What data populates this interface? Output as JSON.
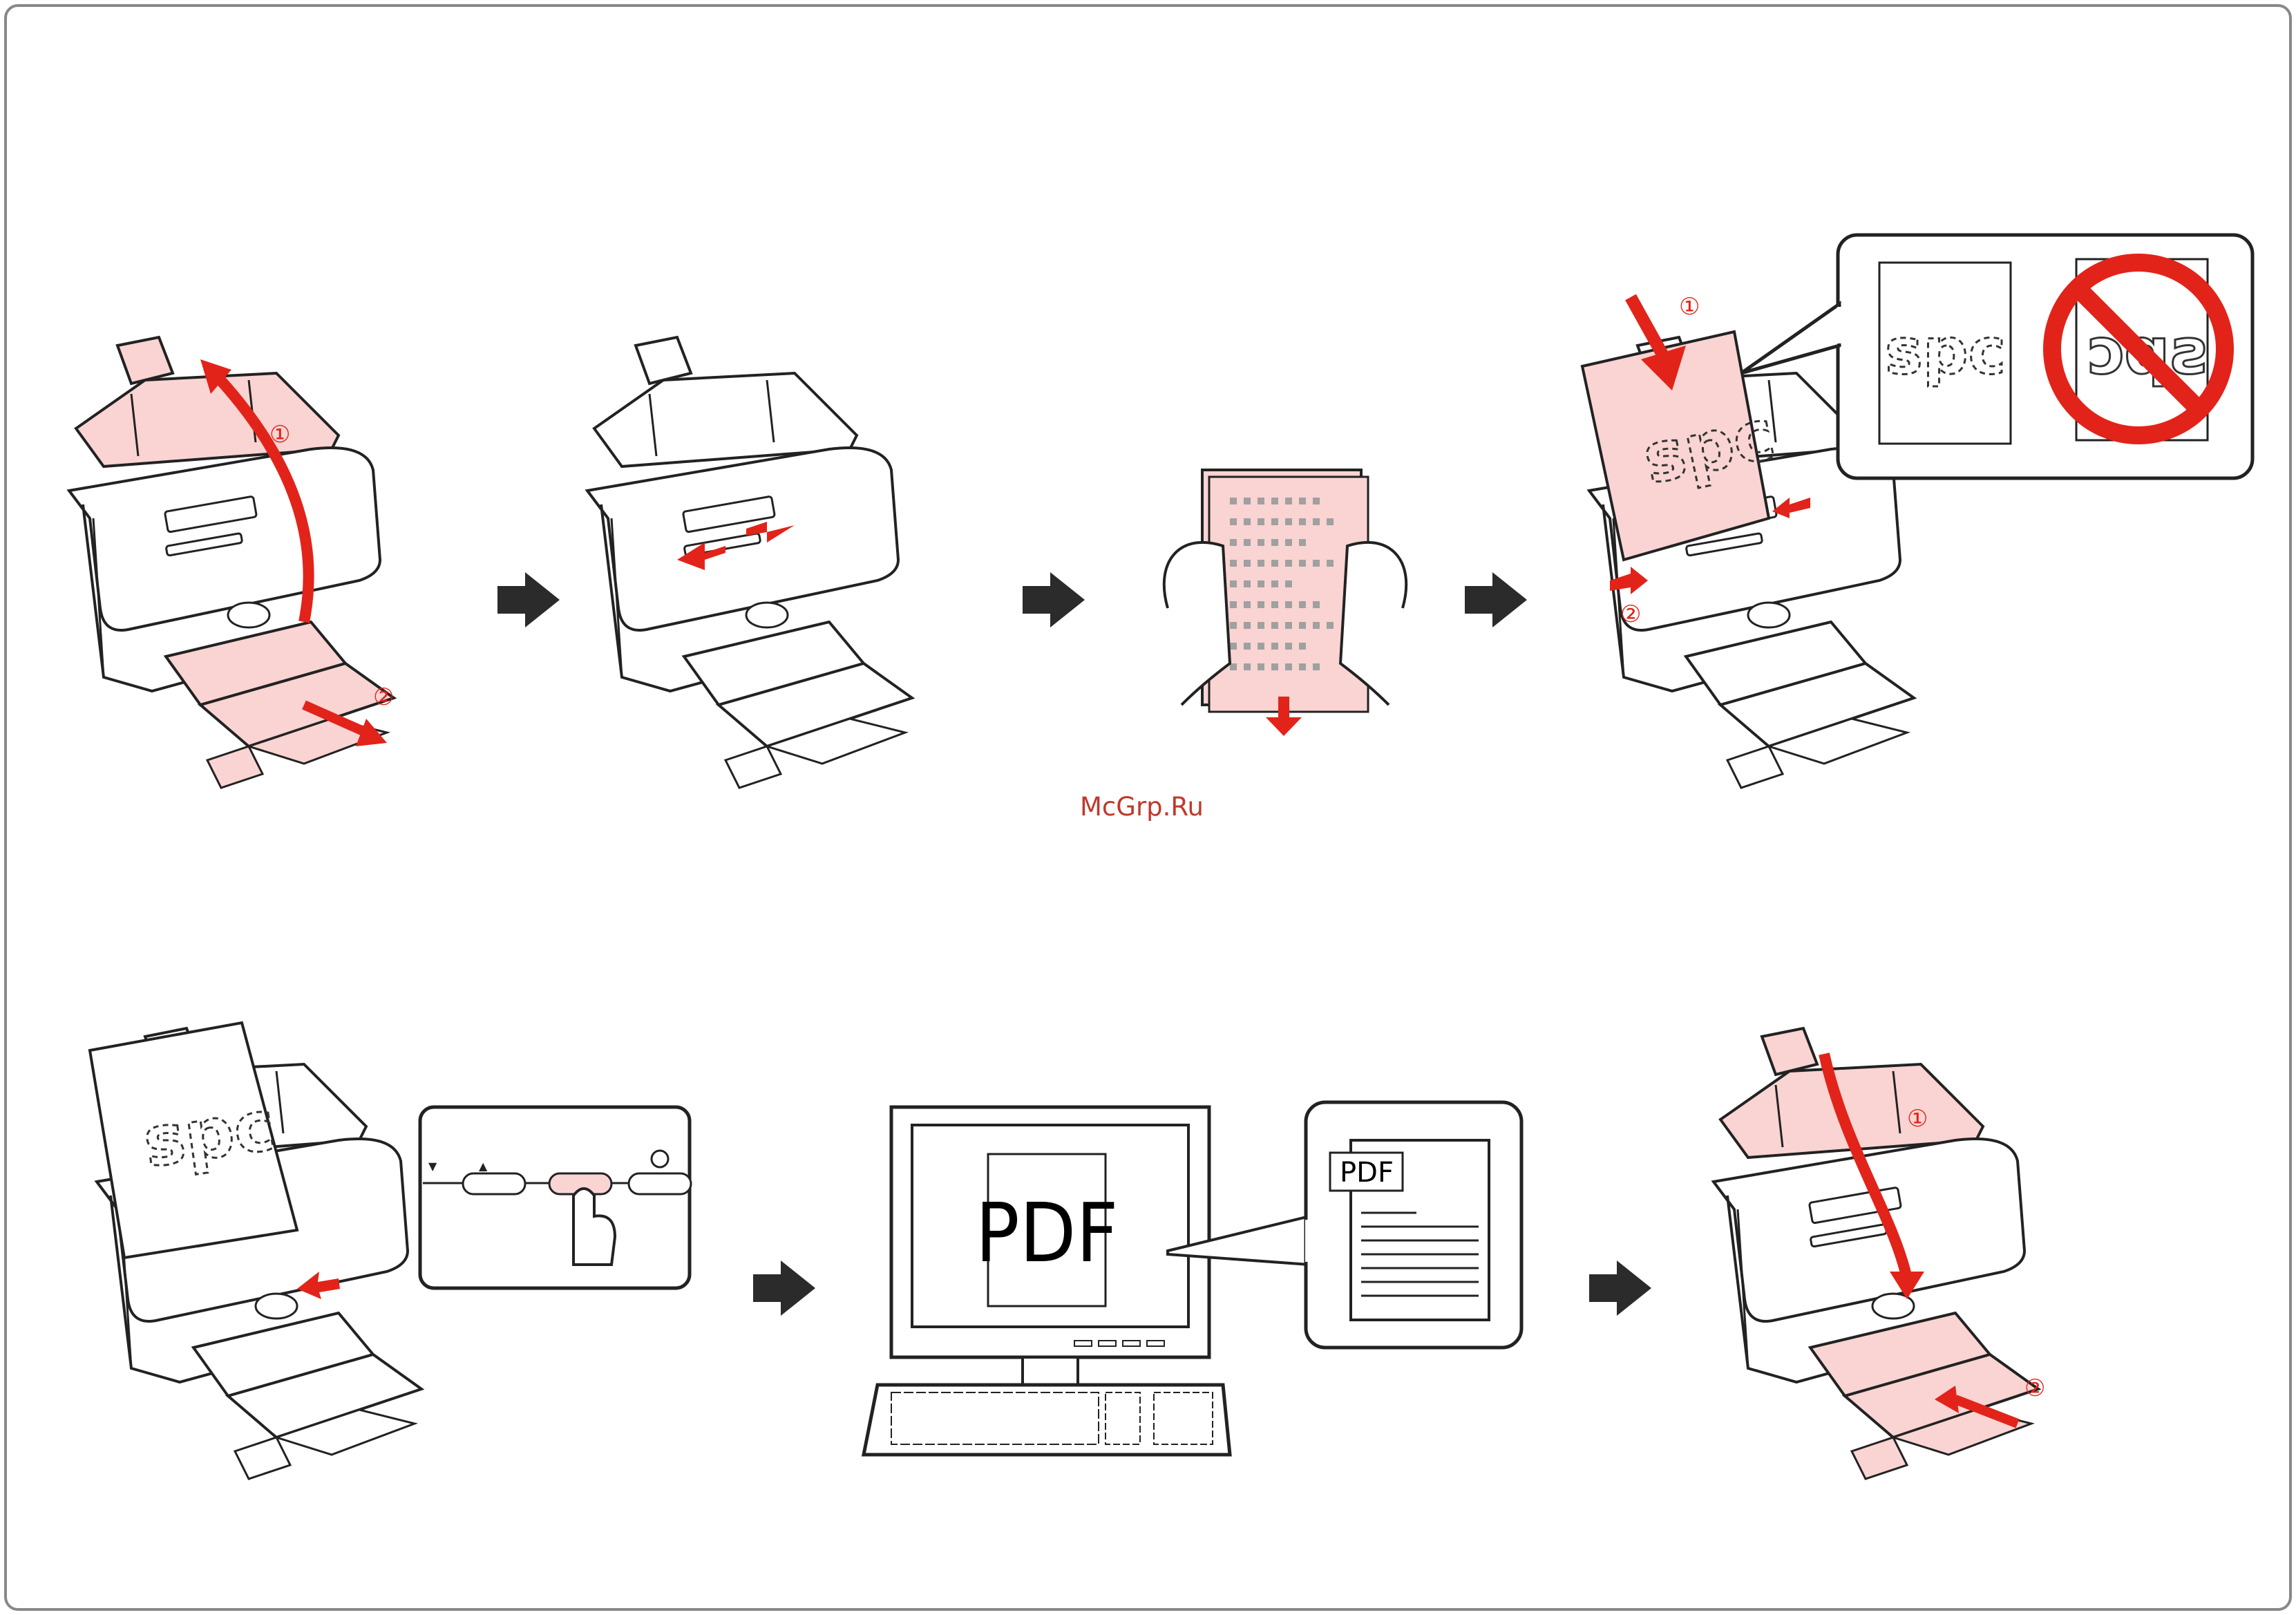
{
  "watermark": "McGrp.Ru",
  "pdf_label": "PDF",
  "document_text": "spc",
  "step_numbers": {
    "one": "①",
    "two": "②"
  },
  "colors": {
    "accent": "#e2231a",
    "paper_pink": "#f9d4d2",
    "arrow": "#2b2b2b",
    "outline": "#222222"
  },
  "icons": [
    "right-arrow-icon",
    "no-sign-icon",
    "start-button-icon",
    "stop-button-icon"
  ]
}
